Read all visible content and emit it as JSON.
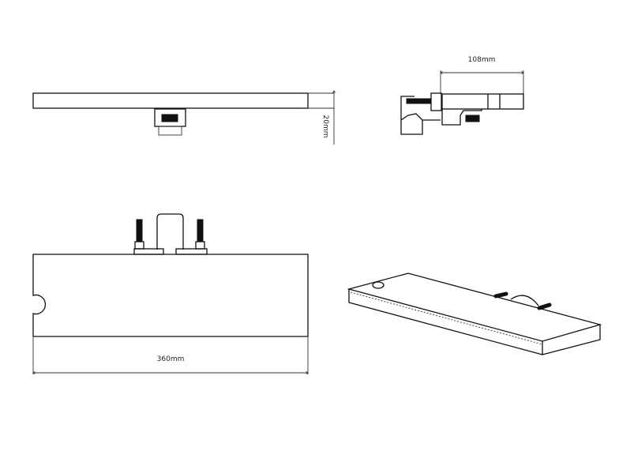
{
  "drawing": {
    "views": [
      "front-view",
      "side-view",
      "plan-view",
      "isometric-view"
    ],
    "dimensions": {
      "height": "20mm",
      "depth": "108mm",
      "length": "360mm"
    },
    "line_color": "#111111",
    "background": "#ffffff"
  }
}
